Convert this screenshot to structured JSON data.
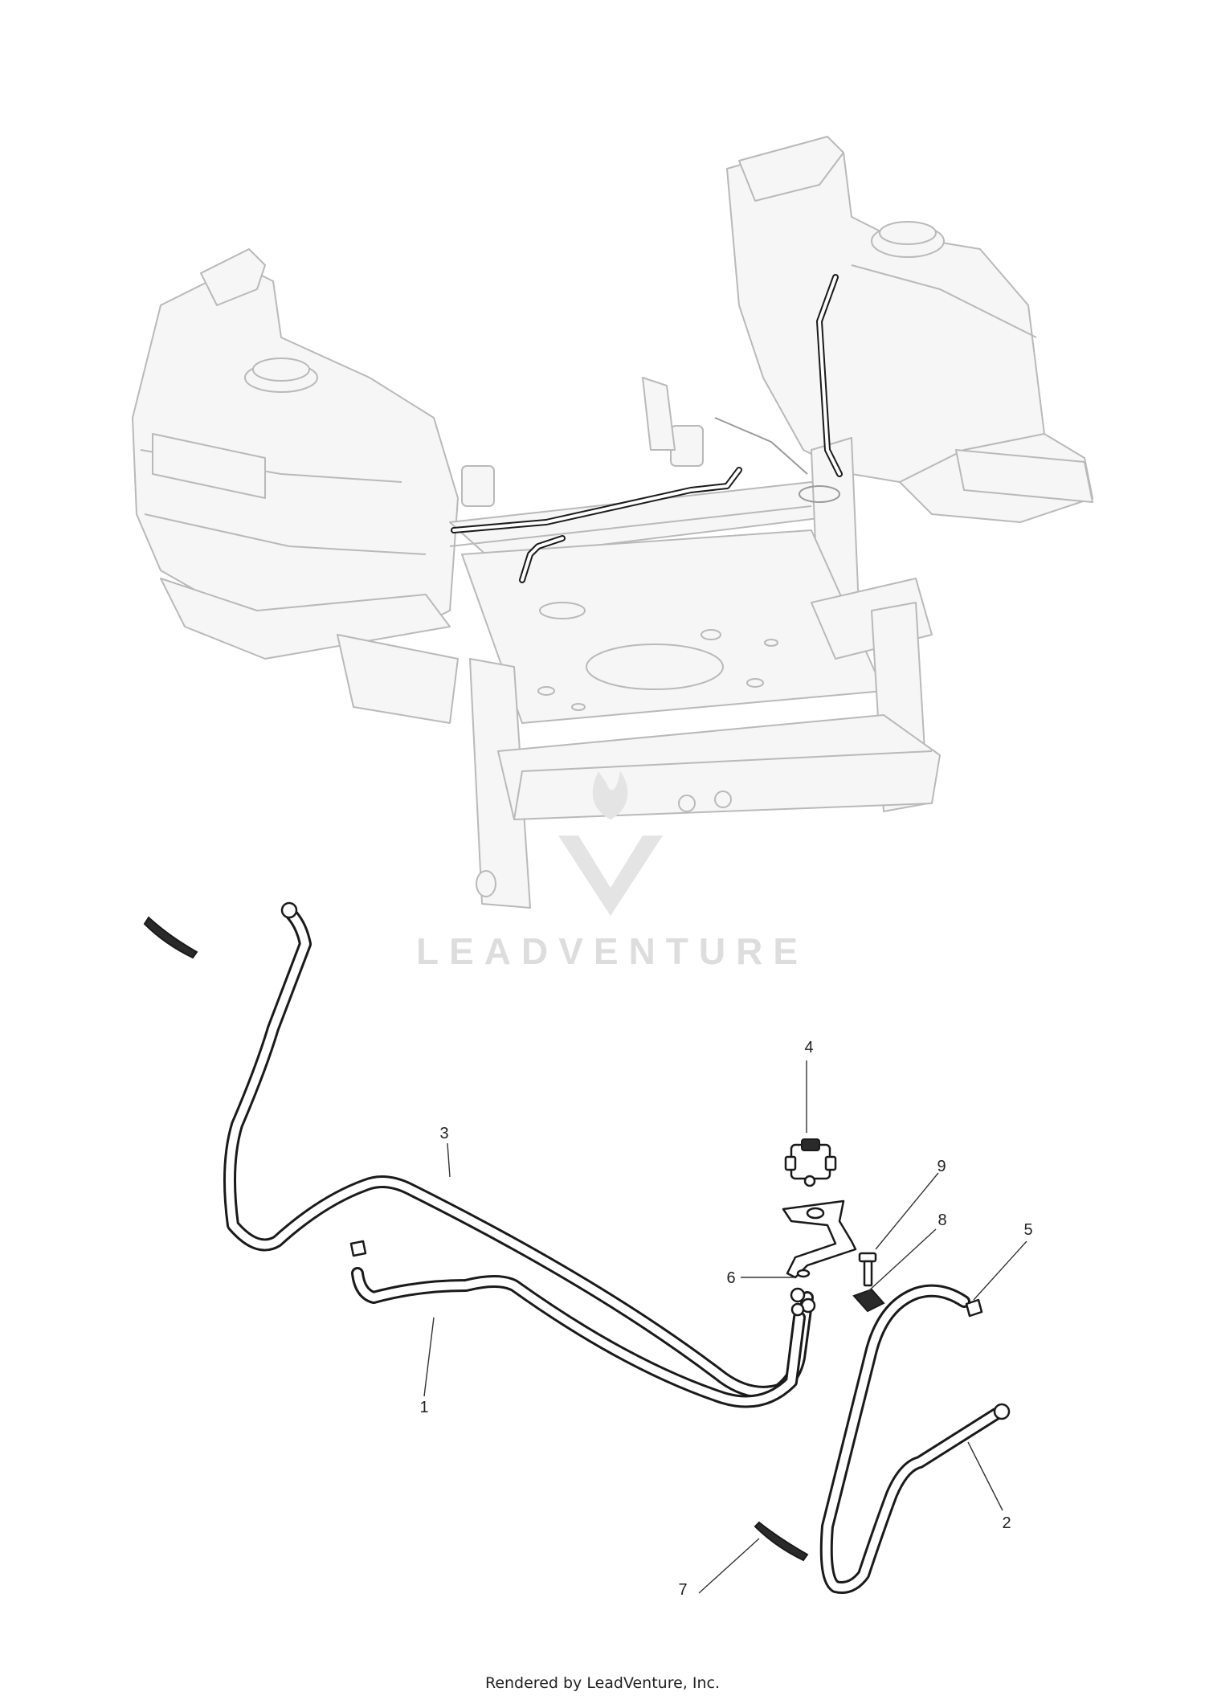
{
  "watermark": {
    "text": "LEADVENTURE"
  },
  "callouts": [
    {
      "label": "1"
    },
    {
      "label": "2"
    },
    {
      "label": "3"
    },
    {
      "label": "4"
    },
    {
      "label": "5"
    },
    {
      "label": "6"
    },
    {
      "label": "7"
    },
    {
      "label": "8"
    },
    {
      "label": "9"
    }
  ],
  "footer": {
    "text": "Rendered by LeadVenture, Inc."
  },
  "colors": {
    "line": "#1a1a1a",
    "ghost": "#b9b9b9",
    "watermark": "#dddddd"
  }
}
